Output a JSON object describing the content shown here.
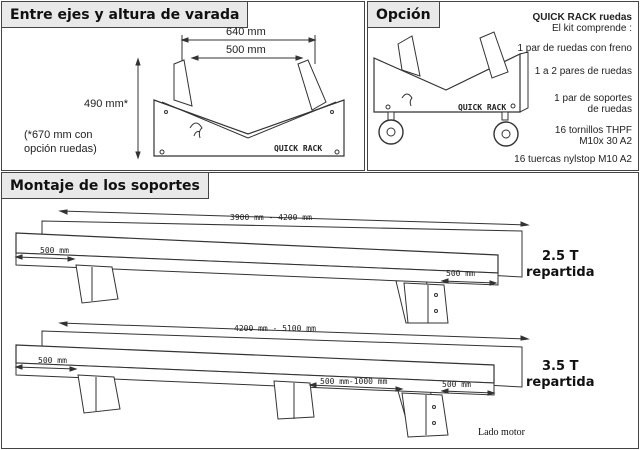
{
  "section1": {
    "title": "Entre ejes y altura de varada",
    "dim_outer": "640 mm",
    "dim_inner": "500 mm",
    "dim_height": "490 mm*",
    "note": "(*670 mm con\nopción ruedas)",
    "logo": "QUICK RACK"
  },
  "section2": {
    "title": "Opción",
    "kit_title": "QUICK RACK ruedas",
    "kit_subtitle": "El kit comprende :",
    "items": [
      "1 par de ruedas con freno",
      "1 a 2 pares de ruedas",
      "1 par de soportes\nde ruedas",
      "16 tornillos THPF\nM10x 30 A2",
      "16 tuercas nylstop M10 A2"
    ],
    "logo": "QUICK RACK"
  },
  "section3": {
    "title": "Montaje de los soportes",
    "top": {
      "length": "3900 mm - 4200 mm",
      "offset_left": "500 mm",
      "offset_right": "500 mm",
      "load": "2.5 T\nrepartida"
    },
    "bottom": {
      "length": "4200 mm - 5100 mm",
      "offset_left": "500 mm",
      "offset_middle": "500 mm-1000 mm",
      "offset_right": "500 mm",
      "load": "3.5 T\nrepartida",
      "motor_side": "Lado motor"
    }
  },
  "colors": {
    "header_bg": "#e9e9e9",
    "line": "#333333"
  }
}
